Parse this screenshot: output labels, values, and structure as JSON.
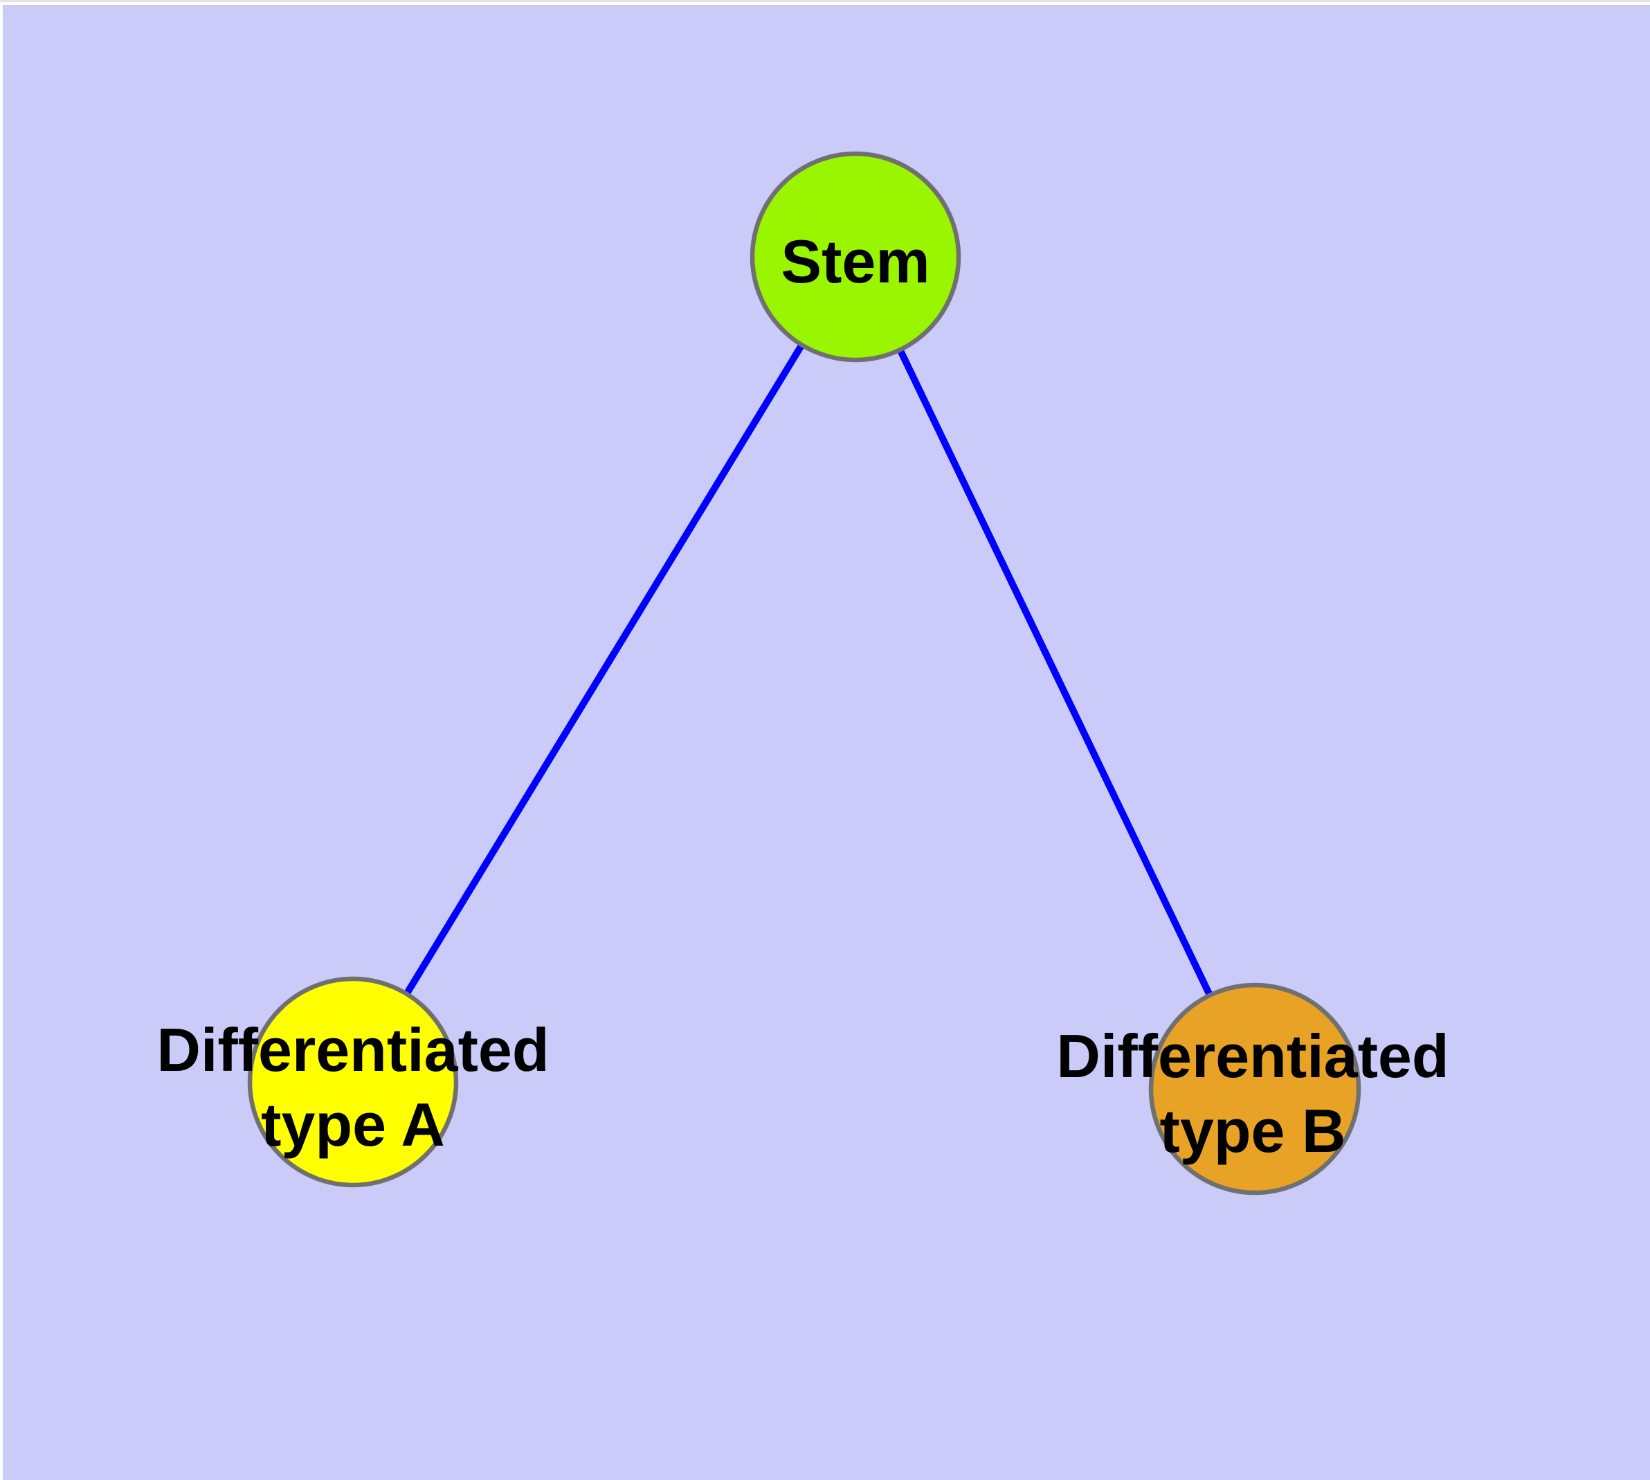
{
  "diagram": {
    "type": "graph",
    "background_color": "#CBCBFA",
    "frame_color": "#FFFFFF",
    "frame_edge_line_color": "#E3E3E8",
    "edge_color": "#0000FF",
    "node_border_color": "#707070",
    "label_color": "#000000",
    "nodes": [
      {
        "id": "stem",
        "label": "Stem",
        "lines": [
          "Stem"
        ],
        "color": "#9AF500"
      },
      {
        "id": "differentiated-type-a",
        "label": "Differentiated type A",
        "lines": [
          "Differentiated",
          "type A"
        ],
        "color": "#FFFF00"
      },
      {
        "id": "differentiated-type-b",
        "label": "Differentiated type B",
        "lines": [
          "Differentiated",
          "type B"
        ],
        "color": "#E8A226"
      }
    ],
    "edges": [
      {
        "from": "Stem",
        "to": "Differentiated type A"
      },
      {
        "from": "Stem",
        "to": "Differentiated type B"
      }
    ]
  }
}
